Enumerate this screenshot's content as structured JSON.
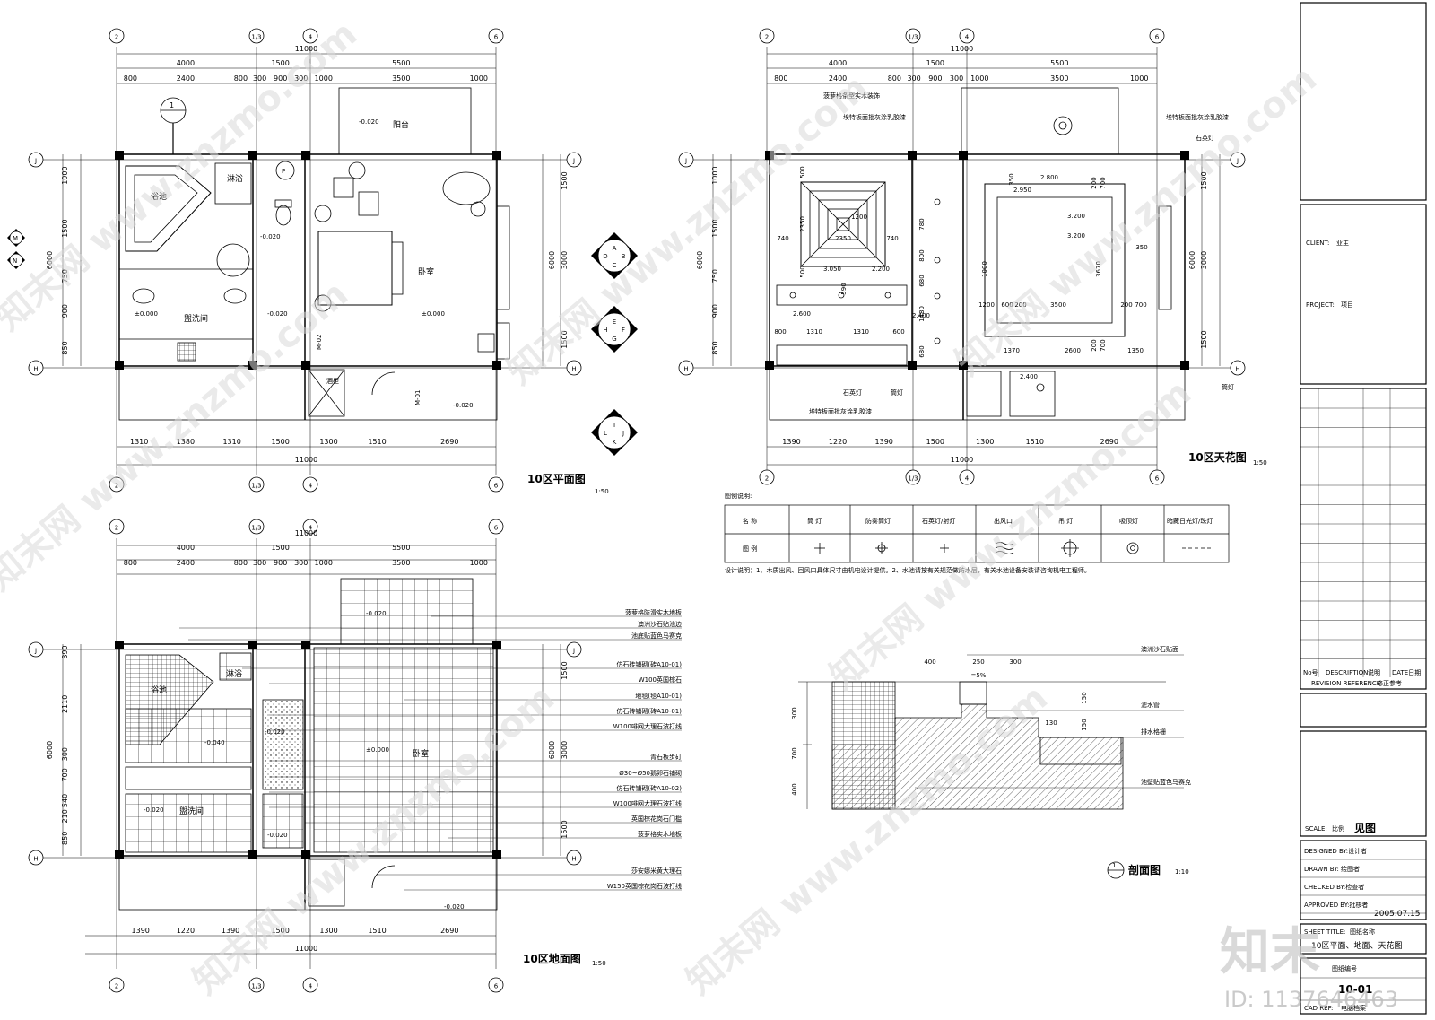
{
  "watermark": {
    "text": "知末网 www.znzmo.com",
    "brand": "知末",
    "id_text": "ID: 1137646463"
  },
  "dims": {
    "total": "11000",
    "top_l2": [
      "4000",
      "1500",
      "5500"
    ],
    "top_l3": [
      "800",
      "2400",
      "800",
      "300",
      "900",
      "300",
      "1000",
      "3500",
      "1000"
    ],
    "bottom_l1": [
      "1310",
      "1380",
      "1310",
      "1500",
      "1300",
      "1510",
      "2690"
    ],
    "bottom_l1_b": [
      "1390",
      "1220",
      "1390",
      "1500",
      "1300",
      "1510",
      "2690"
    ],
    "left_plan": [
      "1000",
      "1500",
      "750",
      "900",
      "850"
    ],
    "left_total": "6000",
    "right_plan": [
      "1500",
      "3000",
      "1500"
    ],
    "right_total": "6000",
    "left_floor": [
      "390",
      "2110",
      "300",
      "700",
      "540",
      "210",
      "850"
    ],
    "right_floor": [
      "1500",
      "3000",
      "1500"
    ]
  },
  "axes": {
    "cols": [
      "2",
      "1/3",
      "4",
      "6"
    ],
    "rows": [
      "J",
      "H"
    ]
  },
  "plan": {
    "title": "10区平面图",
    "scale": "1:50",
    "rooms": {
      "balcony": "阳台",
      "bath_pool": "浴池",
      "shower": "淋浴",
      "bedroom": "卧室",
      "washroom": "盥洗间",
      "wine": "酒柜"
    },
    "levels": {
      "balcony": "-0.020",
      "shower": "-0.020",
      "wash": "±0.000",
      "corridor": "-0.020",
      "bedroom": "±0.000",
      "closet": "-0.020"
    },
    "doors": [
      "M-02",
      "M-01"
    ],
    "section_mark": "1",
    "markers": [
      "M",
      "N"
    ],
    "elev_a": [
      "A",
      "B",
      "C",
      "D"
    ],
    "elev_b": [
      "E",
      "F",
      "G",
      "H"
    ],
    "elev_c": [
      "I",
      "J",
      "K",
      "L"
    ],
    "p_mark": "P"
  },
  "ceiling": {
    "title": "10区天花图",
    "scale": "1:50",
    "notes": {
      "n1": "菠萝格条型实木装饰",
      "n2": "埃特板面批灰涂乳胶漆",
      "n3": "埃特板面批灰涂乳胶漆",
      "n4": "石英灯",
      "n5": "石英灯",
      "n6": "筒灯",
      "n7": "埃特板面批灰涂乳胶漆",
      "n8": "筒灯"
    },
    "dims_inner": {
      "d500a": "500",
      "d2350": "2350",
      "d500b": "500",
      "d740a": "740",
      "d740b": "740",
      "d2350h": "2350",
      "d1200": "1200",
      "d3050": "3.050",
      "d2200": "2.200",
      "d590": "590",
      "d2600": "2.600",
      "d2400a": "2.400",
      "d1310a": "1310",
      "d1310b": "1310",
      "d600": "600",
      "d800c": "800",
      "d2800": "2.800",
      "d2950": "2.950",
      "d3200a": "3.200",
      "d3200b": "3.200",
      "d350a": "350",
      "d700a": "700",
      "d200a": "200",
      "d1000": "1000",
      "d3670": "3670",
      "d350b": "350",
      "d3500": "3500",
      "d1200b": "1200",
      "d600b": "600",
      "d200b": "200",
      "d200c": "200",
      "d700b": "700",
      "d1370": "1370",
      "d2600b": "2600",
      "d1350": "1350",
      "d700c": "700",
      "d200d": "200",
      "d2400b": "2.400",
      "d780": "780",
      "d800": "800",
      "d680a": "680",
      "d1480": "1480",
      "d680b": "680"
    }
  },
  "legend": {
    "title": "图例说明:",
    "row1_label": "名  称",
    "row2_label": "图  例",
    "items": [
      "筒  灯",
      "防雾筒灯",
      "石英灯/射灯",
      "出风口",
      "吊  灯",
      "吸顶灯",
      "暗藏日光灯/珠灯"
    ],
    "note": "设计说明：1、木质出风、回风口具体尺寸由机电设计提供。2、水池请按有关规范做防水层，有关水池设备安装请咨询机电工程师。"
  },
  "floor": {
    "title": "10区地面图",
    "scale": "1:50",
    "rooms": {
      "bath_pool": "浴池",
      "shower": "淋浴",
      "bedroom": "卧室",
      "washroom": "盥洗间"
    },
    "levels": {
      "balcony": "-0.020",
      "pool": "-0.040",
      "bedroom": "±0.000",
      "wash": "-0.020",
      "shower": "-0.020",
      "corridor": "-0.020",
      "closet": "-0.020"
    },
    "callouts": [
      "菠萝格防滑实木地板",
      "澳洲沙石贴池边",
      "池底贴蓝色马赛克",
      "仿石砖铺砌(砖A10-01)",
      "W100英国棕石",
      "地毯(毯A10-01)",
      "仿石砖铺砌(砖A10-01)",
      "W100啡网大理石波打线",
      "青石板步矴",
      "Ø30~Ø50鹅卵石铺砌",
      "仿石砖铺砌(砖A10-02)",
      "W100啡网大理石波打线",
      "英国棕花岗石门槛",
      "菠萝格实木地板",
      "莎安娜米黄大理石",
      "W150英国棕花岗石波打线"
    ]
  },
  "section": {
    "title": "剖面图",
    "number": "1",
    "scale": "1:10",
    "notes": [
      "澳洲沙石贴面",
      "滤水管",
      "排水格栅",
      "池壁贴蓝色马赛克"
    ],
    "dims": [
      "400",
      "250",
      "300",
      "i=5%",
      "150",
      "150",
      "130",
      "300",
      "700",
      "400"
    ]
  },
  "titleblock": {
    "client_label": "CLIENT:",
    "client_value": "业主",
    "project_label": "PROJECT:",
    "project_value": "项目",
    "rev_headers": [
      "No号",
      "DESCRIPTION",
      "说明",
      "DATE日期"
    ],
    "rev_ref": "REVISION REFERENCE",
    "rev_ref_cn": "修正参考",
    "scale_label": "SCALE:",
    "scale_cn": "比例",
    "scale_value": "见图",
    "designed": "DESIGNED BY:设计者",
    "drawn": "DRAWN BY:",
    "drawn_cn": "绘图者",
    "checked": "CHECKED BY:检查者",
    "approved": "APPROVED BY:批核者",
    "date": "2005.07.15",
    "sheet_title_label": "SHEET TITLE:",
    "sheet_title_cn": "图纸名称",
    "sheet_title": "10区平面、地面、天花图",
    "sheet_no_label": "图纸编号",
    "sheet_no": "10-01",
    "cad_ref": "CAD REF:",
    "cad_ref_cn": "电脑档案"
  }
}
